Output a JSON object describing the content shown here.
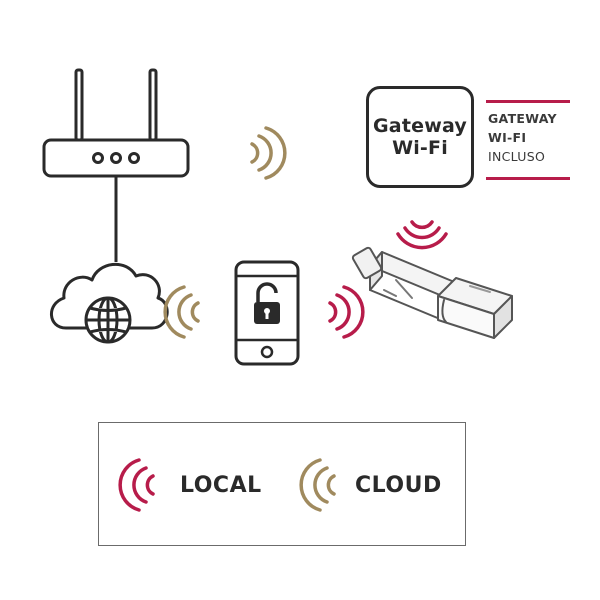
{
  "gateway": {
    "line1": "Gateway",
    "line2": "Wi-Fi"
  },
  "gateway_note": {
    "line1": "GATEWAY",
    "line2": "WI-FI",
    "line3": "INCLUSO"
  },
  "legend": {
    "local_label": "LOCAL",
    "cloud_label": "CLOUD"
  },
  "colors": {
    "local": "#b71c4a",
    "cloud": "#a08a5e",
    "stroke": "#2a2a2a"
  },
  "icons": [
    "router-icon",
    "cloud-globe-icon",
    "smartphone-lock-icon",
    "smart-lock-cylinder-icon",
    "wifi-signal-icon"
  ]
}
